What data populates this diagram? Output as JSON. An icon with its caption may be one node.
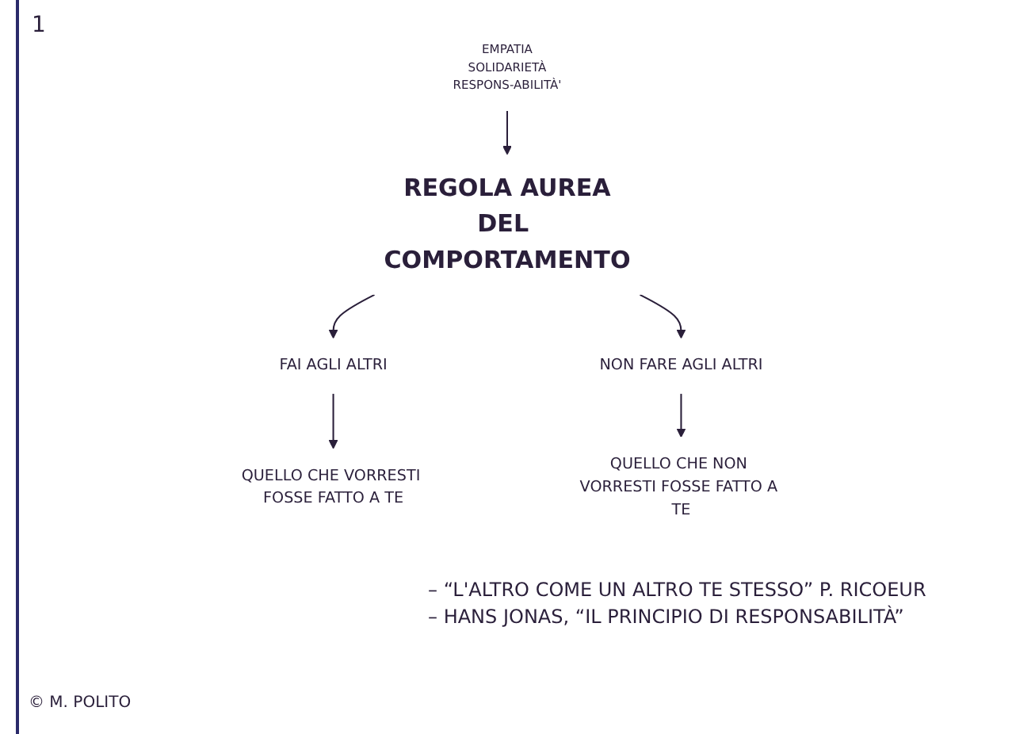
{
  "diagram": {
    "nodes": [
      {
        "text": [
          "REGOLA AUREA",
          "DEL COMPORTAMENTO"
        ]
      },
      {
        "text": [
          "EMPATIA",
          "SOLIDARIETÀ",
          "RESPONS-ABILITÀ'"
        ]
      },
      {
        "text": [
          "FAI AGLI ALTRI"
        ]
      },
      {
        "text": [
          "QUELLO CHE VORRESTI FOSSE FATTO A TE"
        ]
      },
      {
        "text": [
          "NON FARE AGLI ALTRI"
        ]
      },
      {
        "text": [
          "QUELLO CHE NON VORRESTI FOSSE FATTO A TE"
        ]
      }
    ],
    "edges": [
      {
        "from": 1,
        "to": 0,
        "arrow": "to"
      },
      {
        "from": 0,
        "to": 2,
        "arrow": "to"
      },
      {
        "from": 0,
        "to": 4,
        "arrow": "to"
      },
      {
        "from": 2,
        "to": 3,
        "arrow": "to"
      },
      {
        "from": 4,
        "to": 5,
        "arrow": "to"
      }
    ],
    "labels": [
      "1",
      "– “L'ALTRO COME UN ALTRO TE STESSO” P. RICOEUR",
      "– HANS JONAS, “IL PRINCIPIO DI RESPONSABILITÀ”",
      "© M. POLITO"
    ]
  }
}
